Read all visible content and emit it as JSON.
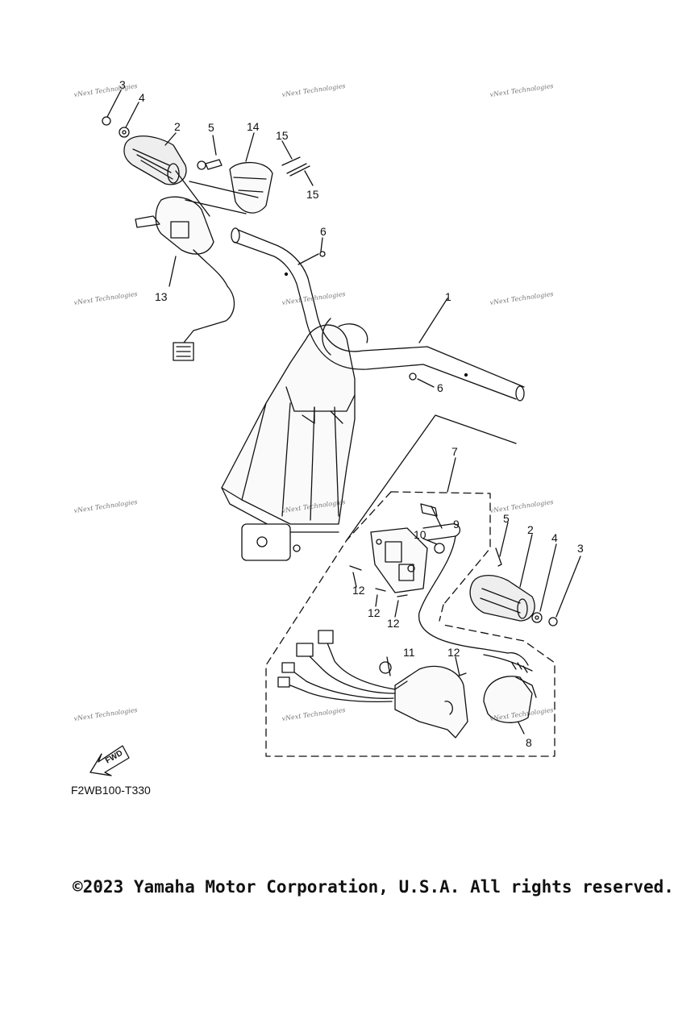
{
  "diagram": {
    "callouts": [
      "1",
      "2",
      "3",
      "4",
      "5",
      "6",
      "7",
      "8",
      "9",
      "10",
      "11",
      "12",
      "13",
      "14",
      "15"
    ],
    "watermark": "vNext Technologies",
    "fwd_label": "FWD",
    "code": "F2WB100-T330"
  },
  "footer": {
    "copyright": "©2023 Yamaha Motor Corporation, U.S.A. All rights reserved."
  }
}
